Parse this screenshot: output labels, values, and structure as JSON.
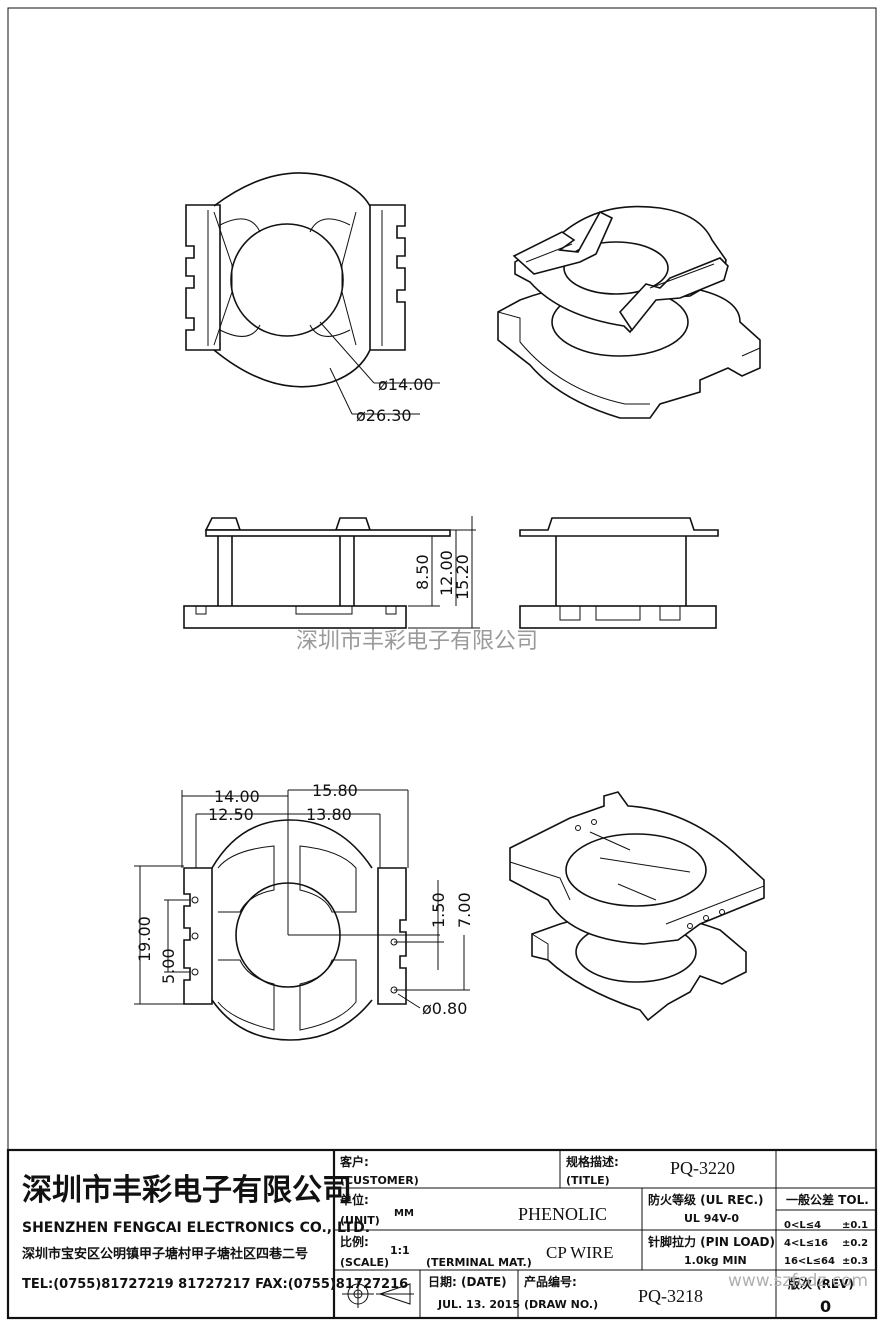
{
  "dimensions": {
    "top_view": {
      "inner_dia": "ø14.00",
      "outer_dia": "ø26.30"
    },
    "side_view": {
      "h1": "8.50",
      "h2": "12.00",
      "h3": "15.20"
    },
    "bottom_view": {
      "w_total_left": "14.00",
      "w_total_right": "15.80",
      "w_inner_left": "12.50",
      "w_inner_right": "13.80",
      "height": "19.00",
      "pin_pitch": "5.00",
      "offset": "1.50",
      "pin_span": "7.00",
      "pin_dia": "ø0.80"
    }
  },
  "watermark": "深圳市丰彩电子有限公司",
  "title_block": {
    "company_cn": "深圳市丰彩电子有限公司",
    "company_en": "SHENZHEN FENGCAI ELECTRONICS CO., LTD.",
    "address": "深圳市宝安区公明镇甲子塘村甲子塘社区四巷二号",
    "contacts": "TEL:(0755)81727219  81727217    FAX:(0755)81727216",
    "customer_label_cn": "客户:",
    "customer_label_en": "(CUSTOMER)",
    "title_label_cn": "规格描述:",
    "title_label_en": "(TITLE)",
    "title_value": "PQ-3220",
    "unit_label_cn": "单位:",
    "unit_label_en": "(UNIT)",
    "unit_value": "MM",
    "material_value": "PHENOLIC",
    "ul_label": "防火等级 (UL REC.)",
    "ul_value": "UL 94V-0",
    "tol_label": "一般公差 TOL.",
    "tol_rows": [
      {
        "range": "0<L≤4",
        "value": "±0.1"
      },
      {
        "range": "4<L≤16",
        "value": "±0.2"
      },
      {
        "range": "16<L≤64",
        "value": "±0.3"
      }
    ],
    "scale_label_cn": "比例:",
    "scale_label_en": "(SCALE)",
    "scale_value": "1:1",
    "terminal_label": "(TERMINAL MAT.)",
    "terminal_value": "CP WIRE",
    "pin_load_label": "针脚拉力 (PIN LOAD)",
    "pin_load_value": "1.0kg MIN",
    "date_label": "日期: (DATE)",
    "date_value": "JUL. 13. 2015",
    "draw_no_label_cn": "产品编号:",
    "draw_no_label_en": "(DRAW NO.)",
    "draw_no_value": "PQ-3218",
    "rev_label": "版次 (REV)",
    "rev_value": "0",
    "site_watermark": "www.szfcdz.com"
  }
}
